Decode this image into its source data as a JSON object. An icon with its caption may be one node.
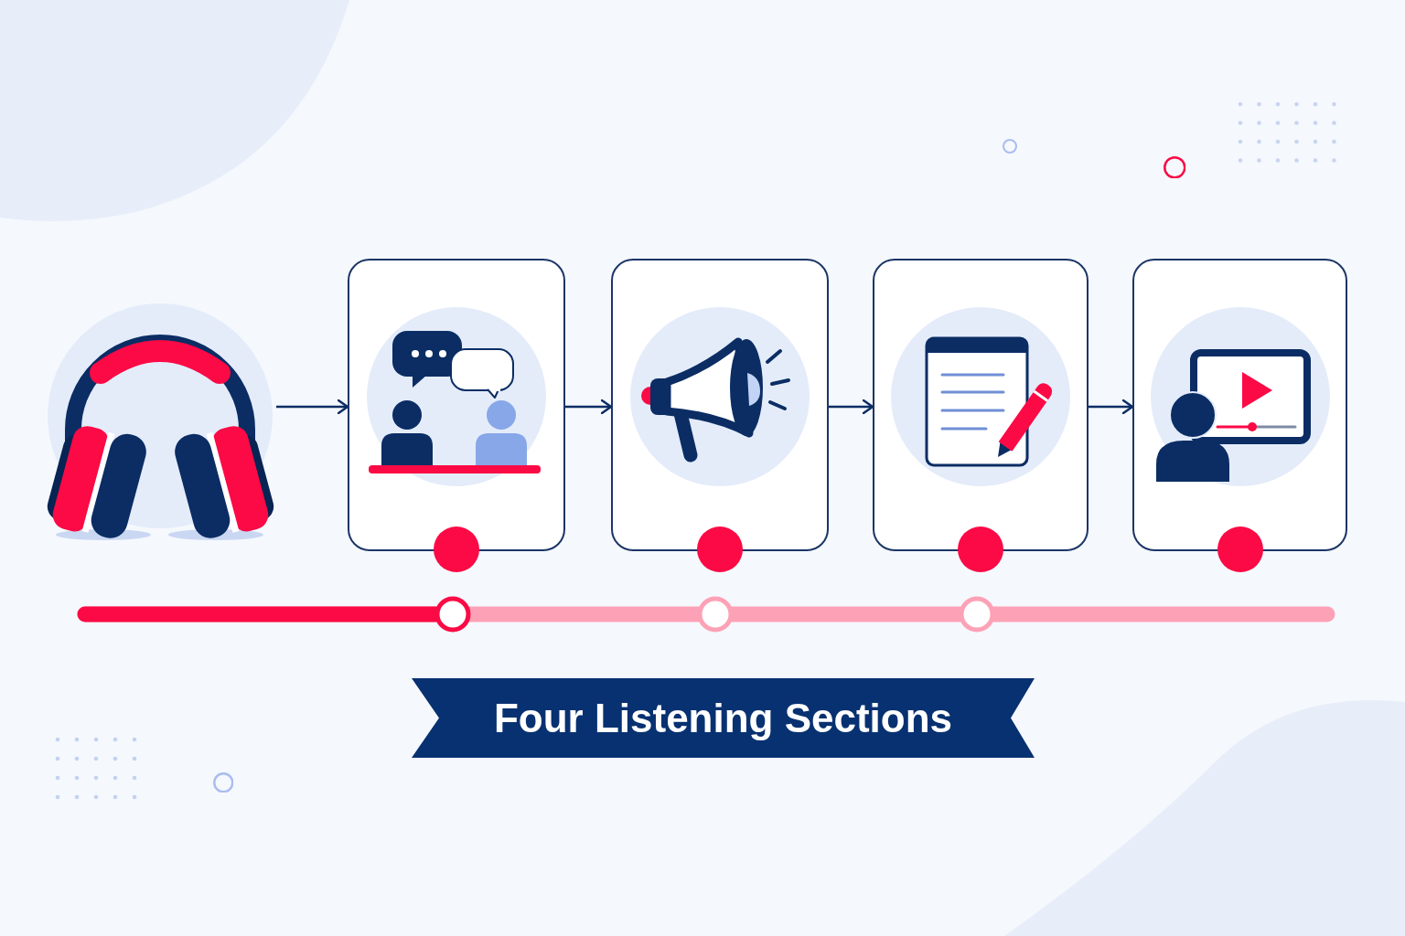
{
  "diagram": {
    "title": "Four Listening Sections",
    "nodes": [
      {
        "text": [],
        "shape": "picture"
      },
      {
        "text": [],
        "shape": "box"
      },
      {
        "text": [],
        "shape": "box"
      },
      {
        "text": [],
        "shape": "box"
      },
      {
        "text": [],
        "shape": "box"
      }
    ],
    "edges": [
      {
        "from": 0,
        "to": 1,
        "arrow": "to"
      },
      {
        "from": 1,
        "to": 2,
        "arrow": "to"
      },
      {
        "from": 2,
        "to": 3,
        "arrow": "to"
      },
      {
        "from": 3,
        "to": 4,
        "arrow": "to"
      }
    ]
  }
}
